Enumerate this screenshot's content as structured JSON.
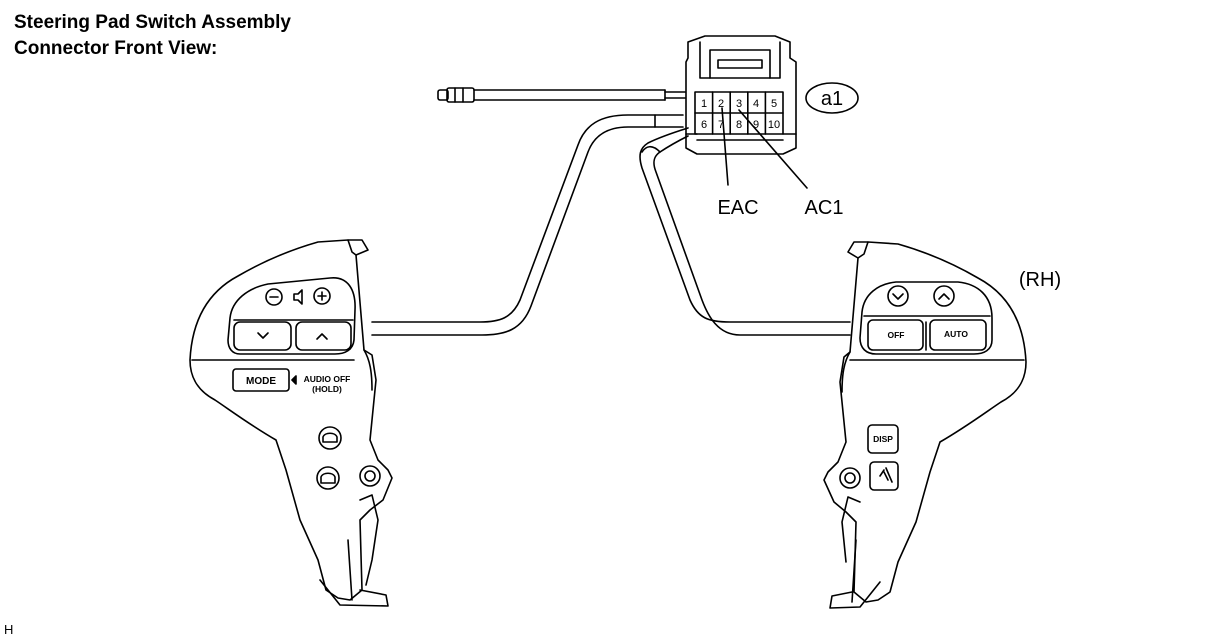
{
  "title": {
    "line1": "Steering Pad Switch Assembly",
    "line2": "Connector Front View:"
  },
  "connector": {
    "id": "a1",
    "pins_top": [
      "1",
      "2",
      "3",
      "4",
      "5"
    ],
    "pins_bottom": [
      "6",
      "7",
      "8",
      "9",
      "10"
    ]
  },
  "callouts": {
    "left": "EAC",
    "right": "AC1"
  },
  "side_label": "(RH)",
  "left_switch": {
    "mode": "MODE",
    "audio_off_line1": "AUDIO OFF",
    "audio_off_line2": "(HOLD)"
  },
  "right_switch": {
    "off": "OFF",
    "auto": "AUTO",
    "disp": "DISP"
  },
  "footer": "H"
}
